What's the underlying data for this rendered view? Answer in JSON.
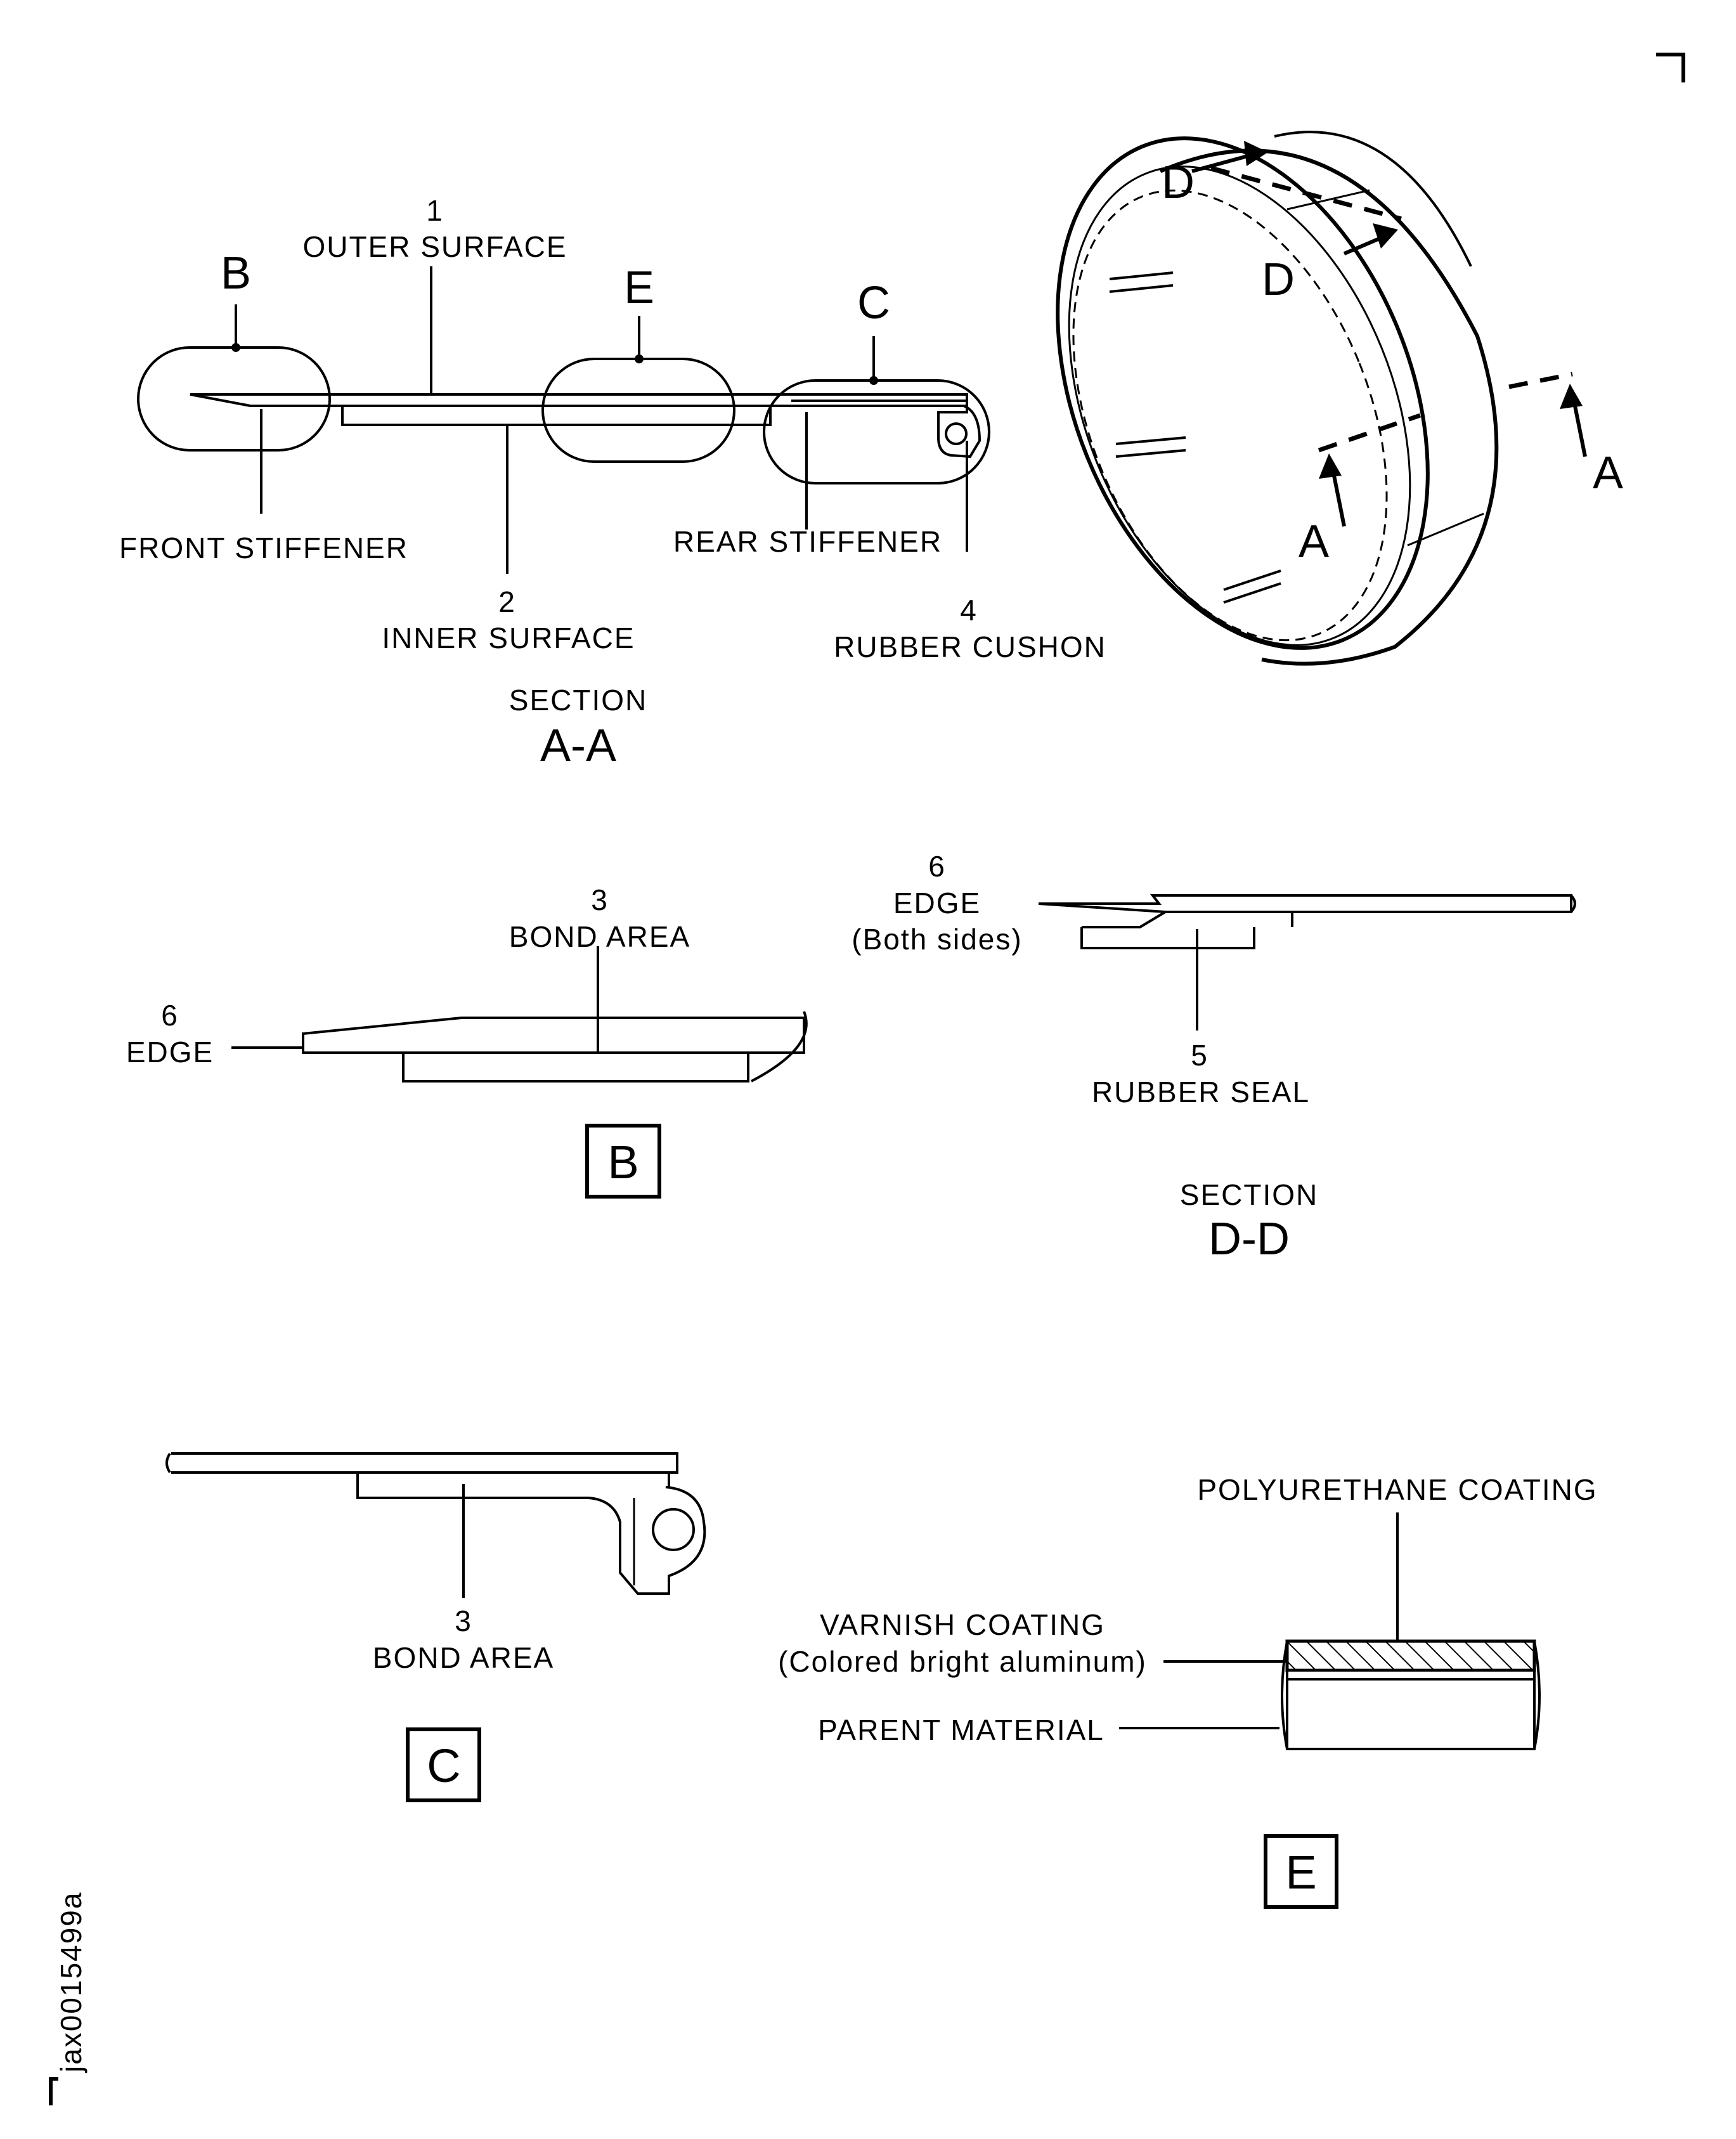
{
  "section_aa": {
    "callout_b": "B",
    "callout_e": "E",
    "callout_c": "C",
    "item1_num": "1",
    "item1_label": "OUTER SURFACE",
    "front_stiffener": "FRONT STIFFENER",
    "item2_num": "2",
    "item2_label": "INNER SURFACE",
    "rear_stiffener": "REAR STIFFENER",
    "item4_num": "4",
    "item4_label": "RUBBER CUSHON",
    "title_word": "SECTION",
    "title_id": "A-A"
  },
  "ring_view": {
    "arrow_d_top": "D",
    "arrow_d_bottom": "D",
    "arrow_a_left": "A",
    "arrow_a_right": "A"
  },
  "detail_b": {
    "item3_num": "3",
    "item3_label": "BOND AREA",
    "item6_num": "6",
    "item6_label": "EDGE",
    "box_label": "B"
  },
  "section_dd": {
    "item6_num": "6",
    "item6_label": "EDGE",
    "item6_note": "(Both sides)",
    "item5_num": "5",
    "item5_label": "RUBBER SEAL",
    "title_word": "SECTION",
    "title_id": "D-D"
  },
  "detail_c": {
    "item3_num": "3",
    "item3_label": "BOND AREA",
    "box_label": "C"
  },
  "detail_e": {
    "polyurethane": "POLYURETHANE COATING",
    "varnish": "VARNISH COATING",
    "varnish_note": "(Colored bright aluminum)",
    "parent": "PARENT MATERIAL",
    "box_label": "E"
  },
  "figure_id": "jax0015499a"
}
